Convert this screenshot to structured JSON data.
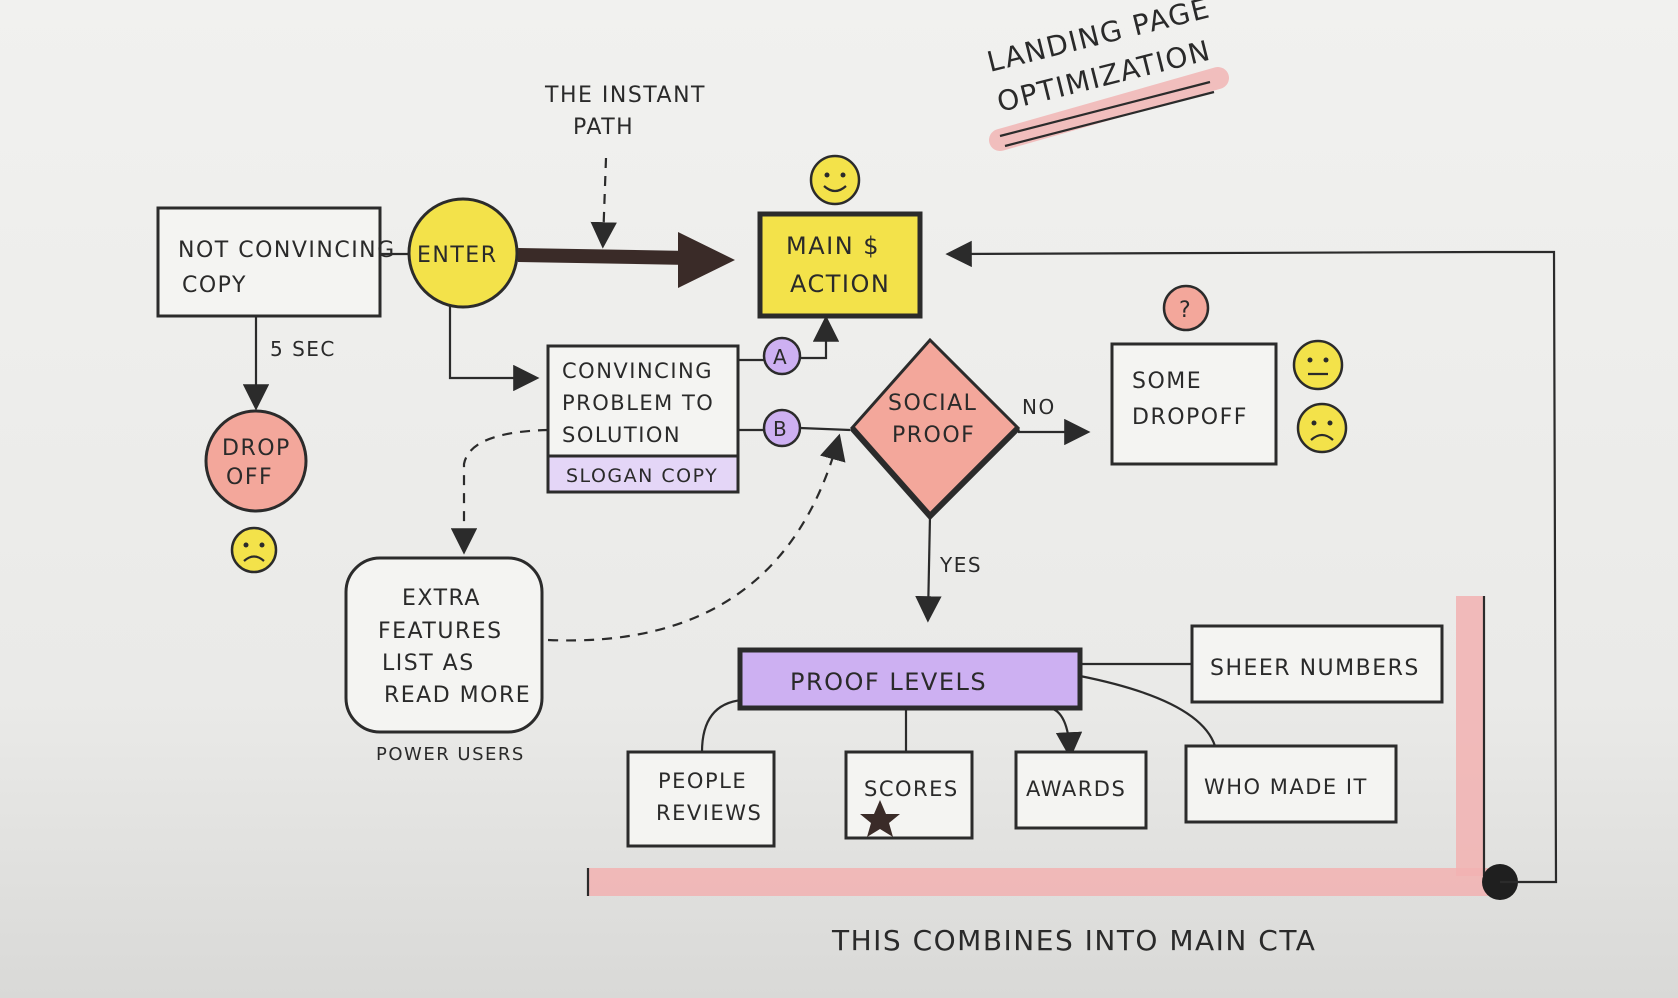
{
  "title": {
    "line1": "LANDING PAGE",
    "line2": "OPTIMIZATION"
  },
  "instant_path": {
    "line1": "THE INSTANT",
    "line2": "PATH"
  },
  "nodes": {
    "not_convincing": {
      "line1": "NOT CONVINCING",
      "line2": "COPY"
    },
    "enter": "ENTER",
    "drop_off": {
      "line1": "DROP",
      "line2": "OFF"
    },
    "main_action": {
      "line1": "MAIN $",
      "line2": "ACTION"
    },
    "convincing": {
      "line1": "CONVINCING",
      "line2": "PROBLEM TO",
      "line3": "SOLUTION",
      "slogan": "SLOGAN COPY"
    },
    "social_proof": {
      "line1": "SOCIAL",
      "line2": "PROOF"
    },
    "some_dropoff": {
      "line1": "SOME",
      "line2": "DROPOFF"
    },
    "question_badge": "?",
    "extra_features": {
      "line1": "EXTRA",
      "line2": "FEATURES",
      "line3": "LIST AS",
      "line4": "READ MORE"
    },
    "power_users": "POWER USERS",
    "proof_levels": "PROOF LEVELS",
    "sheer_numbers": "SHEER NUMBERS",
    "people_reviews": {
      "line1": "PEOPLE",
      "line2": "REVIEWS"
    },
    "scores": "SCORES",
    "awards": "AWARDS",
    "who_made_it": "WHO MADE IT"
  },
  "labels": {
    "five_sec": "5 SEC",
    "a": "A",
    "b": "B",
    "no": "NO",
    "yes": "YES",
    "combines": "THIS COMBINES INTO MAIN CTA"
  },
  "colors": {
    "yellow": "#f3e24a",
    "salmon": "#f3a79b",
    "purple": "#cdb0f2",
    "lavender": "#e4d6f7",
    "pink_highlight": "#f2b2b2",
    "ink": "#2b2b2b"
  }
}
